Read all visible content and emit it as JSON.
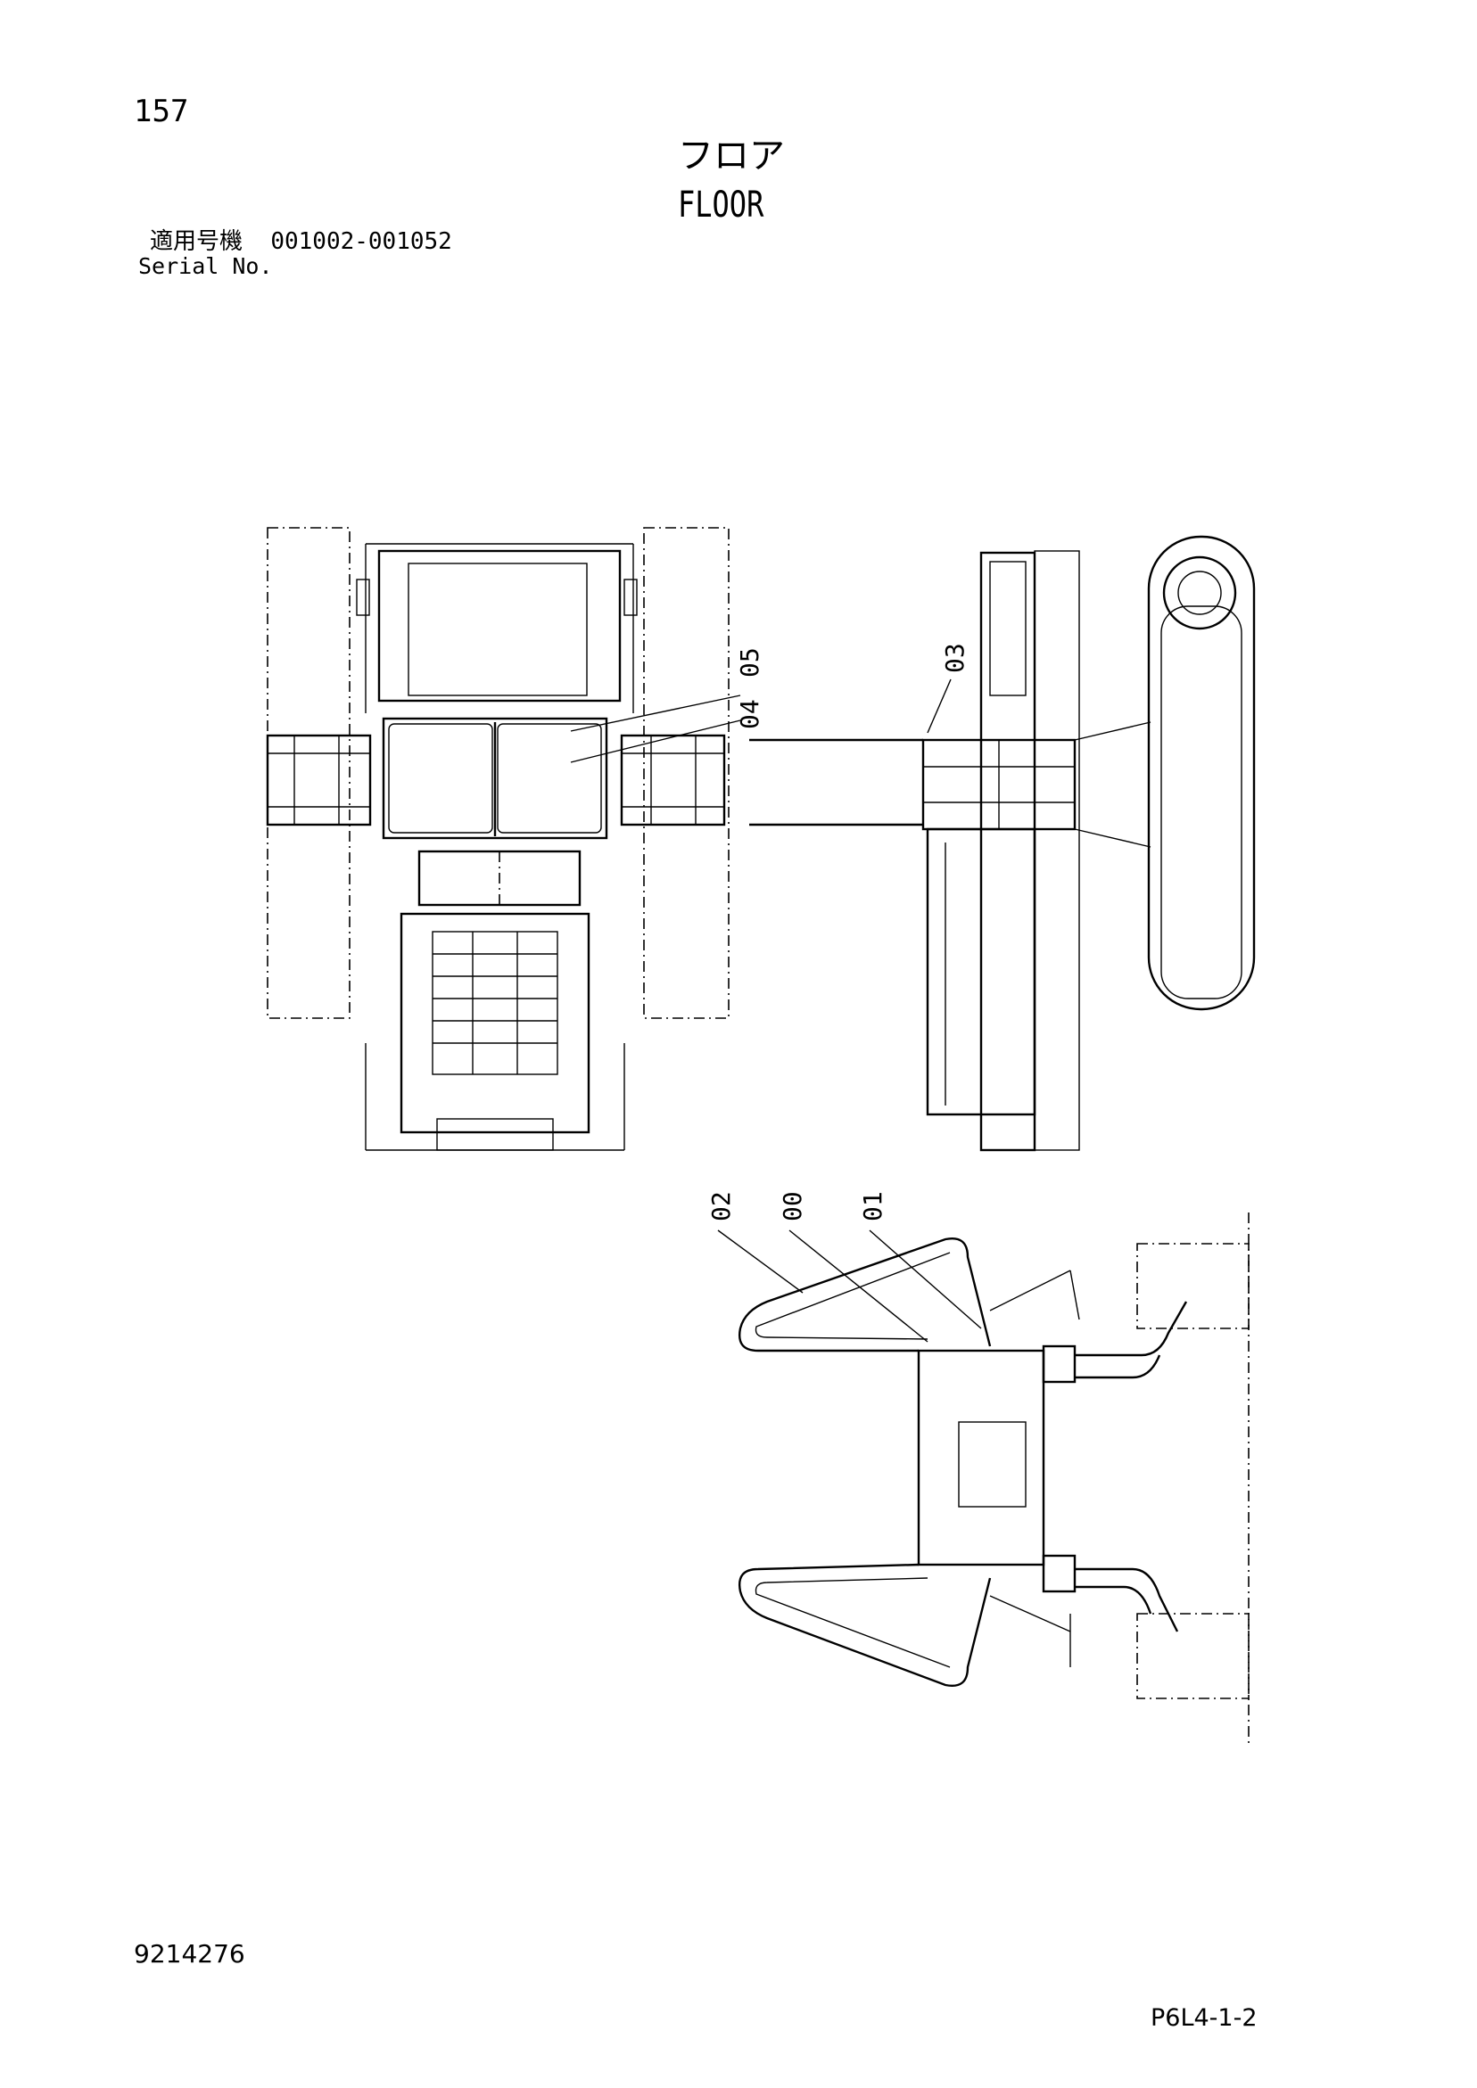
{
  "header": {
    "page_number": "157",
    "title_jp": "フロア",
    "title_en": "FLOOR",
    "serial_label_jp": "適用号機",
    "serial_range": "001002-001052",
    "serial_label_en": "Serial No."
  },
  "callouts": [
    "05",
    "04",
    "03",
    "02",
    "00",
    "01"
  ],
  "footer": {
    "doc_number": "9214276",
    "page_code": "P6L4-1-2"
  }
}
